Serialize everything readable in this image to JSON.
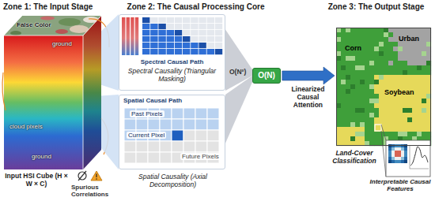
{
  "diagram": {
    "nodes": [
      {
        "text": [
          "False Color",
          "Input HSI Cube (H × W × C)"
        ]
      },
      {
        "text": [
          "Spectral Causal Path",
          "Spectral Causality (Triangular Masking)"
        ]
      },
      {
        "text": [
          "Spatial Causal Path",
          "Spatial Causality (Axial Decomposition)"
        ]
      },
      {
        "text": [
          "O(N)"
        ]
      },
      {
        "text": [
          "Corn",
          "Urban",
          "Soybean"
        ]
      }
    ],
    "edges": [
      {
        "from": 0,
        "to": 1,
        "arrow": "none"
      },
      {
        "from": 0,
        "to": 2,
        "arrow": "none"
      },
      {
        "from": 1,
        "to": 3,
        "arrow": "none"
      },
      {
        "from": 2,
        "to": 3,
        "arrow": "none"
      },
      {
        "from": 3,
        "to": 4,
        "arrow": "to",
        "label": "Linearized Causal Attention"
      }
    ],
    "labels": [
      "Zone 1: The Input Stage",
      "Zone 2: The Causal Processing Core",
      "Zone 3: The Output Stage",
      "ground",
      "cloud pixels",
      "ground",
      "Spurious Correlations",
      "Past Pixels",
      "Current Pixel",
      "Future Pixels",
      "O(N²)",
      "Land-Cover Classification",
      "Interpretable Causal Features"
    ]
  }
}
